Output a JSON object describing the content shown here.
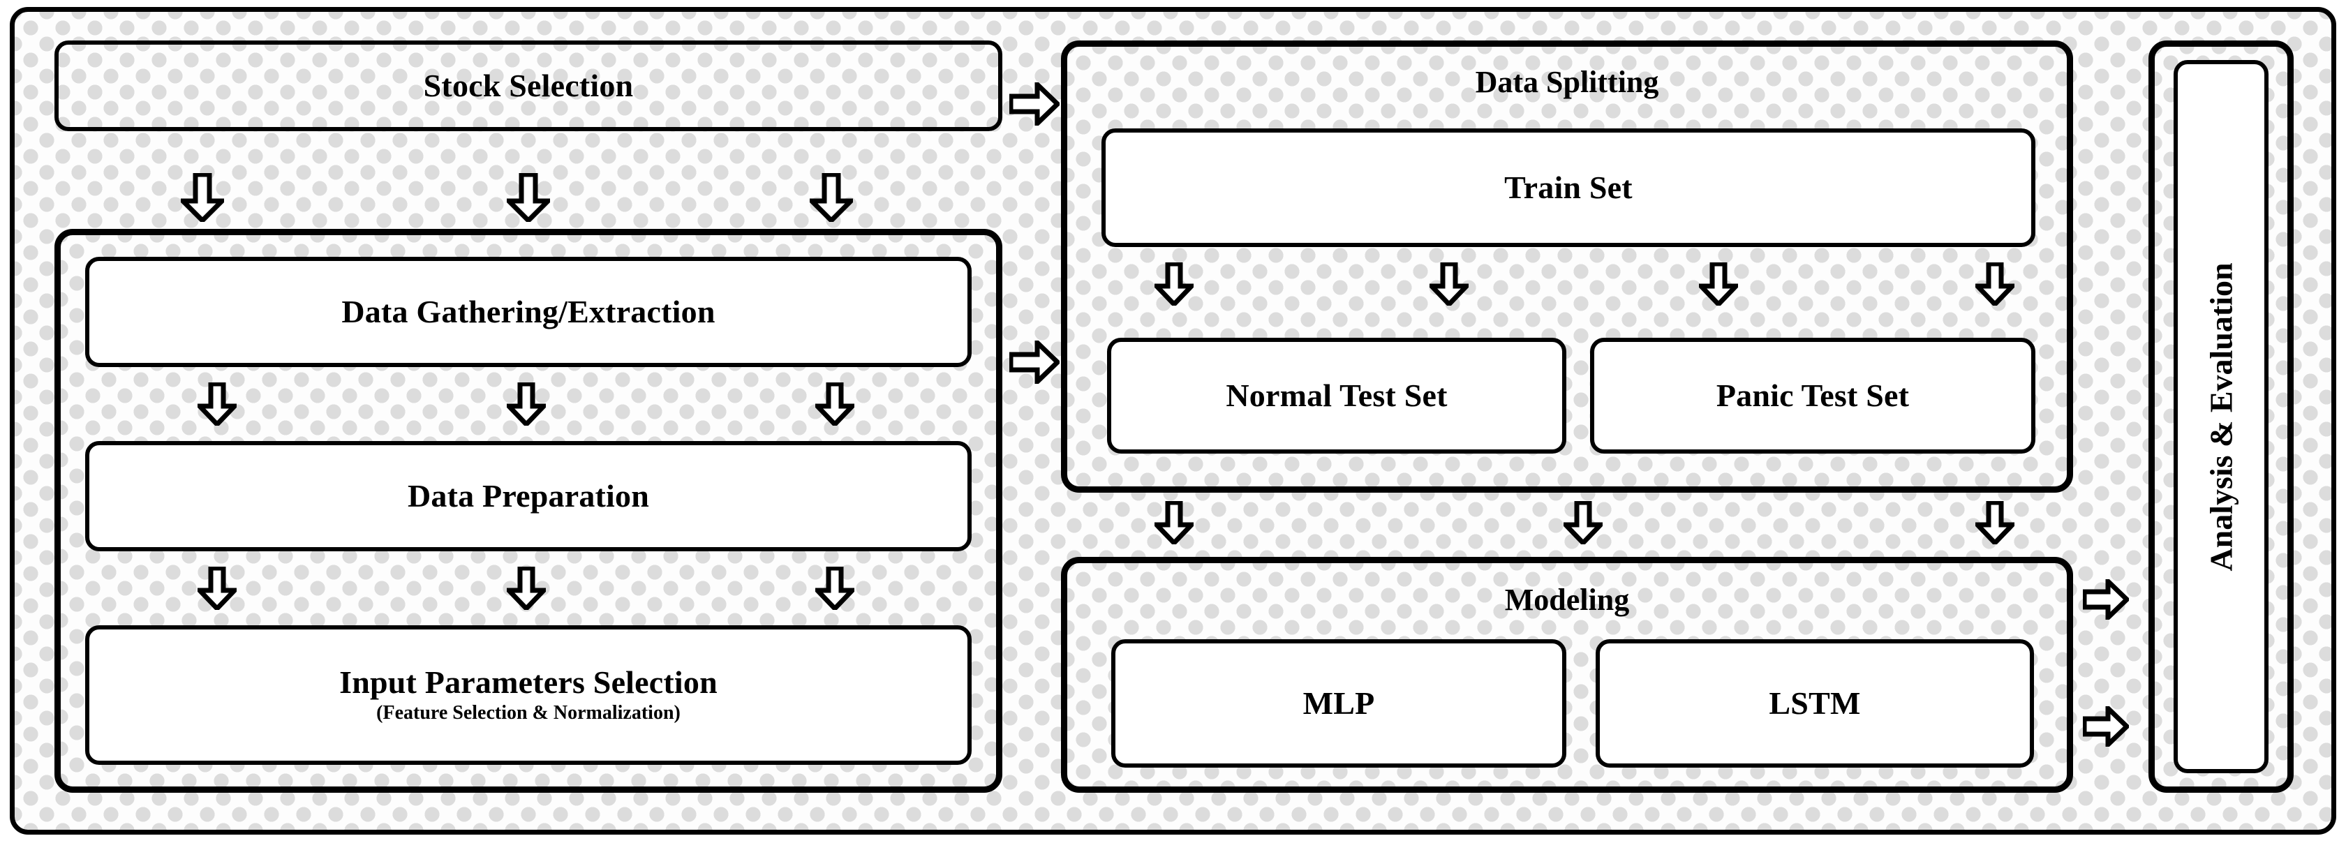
{
  "diagram": {
    "title": "Stock prediction methodology flowchart",
    "background_color": "#fdfdfd",
    "dot_color": "#dcdcdc",
    "line_color": "#000000",
    "box_fill": "#ffffff"
  },
  "left_panel": {
    "stock_selection": {
      "label": "Stock Selection"
    },
    "data_processing": {
      "steps": [
        {
          "label": "Data Gathering/Extraction",
          "sub": ""
        },
        {
          "label": "Data Preparation",
          "sub": ""
        },
        {
          "label": "Input Parameters Selection",
          "sub": "(Feature Selection & Normalization)"
        }
      ]
    }
  },
  "middle_panel": {
    "data_splitting": {
      "heading": "Data Splitting",
      "train": {
        "label": "Train Set"
      },
      "tests": [
        {
          "label": "Normal Test Set"
        },
        {
          "label": "Panic Test Set"
        }
      ]
    },
    "modeling": {
      "heading": "Modeling",
      "models": [
        {
          "label": "MLP"
        },
        {
          "label": "LSTM"
        }
      ]
    }
  },
  "right_panel": {
    "analysis": {
      "label": "Analysis & Evaluation"
    }
  },
  "icons": {
    "down_arrow": "arrow-down-icon",
    "right_arrow": "arrow-right-icon"
  }
}
